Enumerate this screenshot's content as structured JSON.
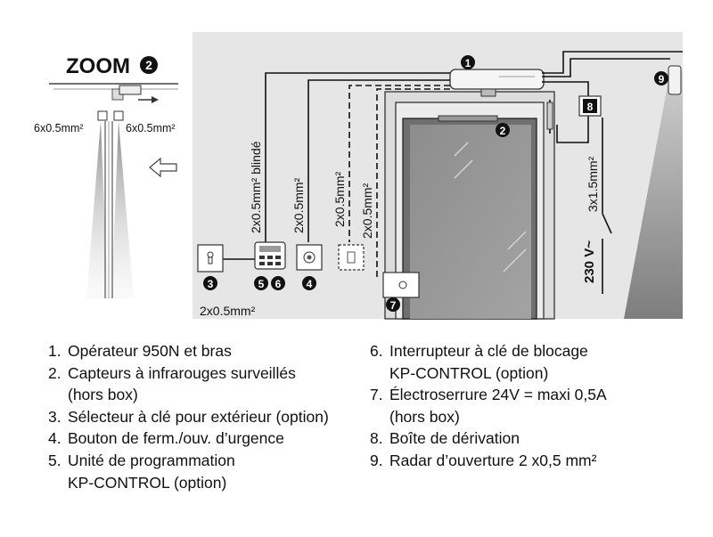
{
  "zoom": {
    "title": "ZOOM",
    "badge": "2"
  },
  "wires": {
    "zoom_left": "6x0.5mm²",
    "zoom_right": "6x0.5mm²",
    "blinde": "2x0.5mm² blindé",
    "w4": "2x0.5mm²",
    "w_dash1": "2x0.5mm²",
    "w_dash2": "2x0.5mm²",
    "w_mains": "3x1.5mm²",
    "bottom": "2x0.5mm²"
  },
  "voltage": "230 V~",
  "markers": [
    "1",
    "2",
    "3",
    "4",
    "5",
    "6",
    "7",
    "8",
    "9"
  ],
  "legend": [
    {
      "num": "1.",
      "text": "Opérateur 950N et bras"
    },
    {
      "num": "2.",
      "text": "Capteurs à infrarouges surveillés\n(hors box)"
    },
    {
      "num": "3.",
      "text": "Sélecteur à clé pour extérieur (option)"
    },
    {
      "num": "4.",
      "text": "Bouton de ferm./ouv. d’urgence"
    },
    {
      "num": "5.",
      "text": "Unité de programmation\nKP-CONTROL (option)"
    },
    {
      "num": "6.",
      "text": "Interrupteur à clé de blocage\nKP-CONTROL (option)"
    },
    {
      "num": "7.",
      "text": "Électroserrure 24V = maxi 0,5A\n(hors box)"
    },
    {
      "num": "8.",
      "text": "Boîte de dérivation"
    },
    {
      "num": "9.",
      "text": "Radar d’ouverture 2 x0,5 mm²"
    }
  ]
}
